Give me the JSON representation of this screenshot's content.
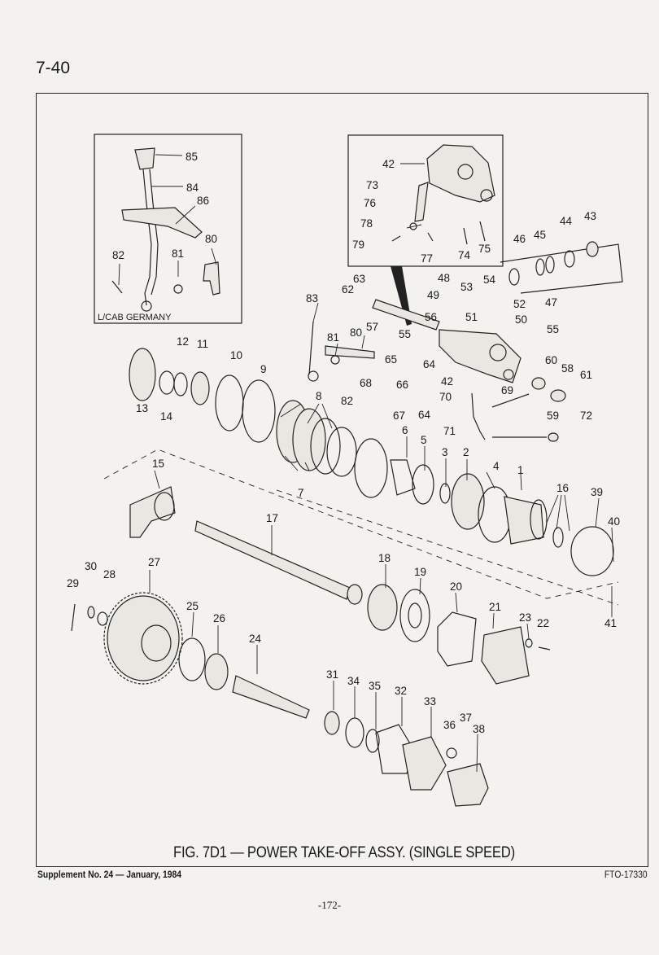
{
  "page": {
    "section": "7-40",
    "caption": "FIG. 7D1 — POWER TAKE-OFF ASSY. (SINGLE SPEED)",
    "footer_left": "Supplement No. 24 — January, 1984",
    "footer_right": "FTO-17330",
    "page_number": "-172-"
  },
  "inset_left": {
    "note": "L/CAB GERMANY",
    "labels": [
      "85",
      "84",
      "86",
      "80",
      "82",
      "81"
    ]
  },
  "inset_top": {
    "labels": [
      "42",
      "73",
      "76",
      "78",
      "79",
      "77",
      "74",
      "75"
    ]
  },
  "labels": {
    "l1": "1",
    "l2": "2",
    "l3": "3",
    "l4": "4",
    "l5": "5",
    "l6": "6",
    "l7": "7",
    "l8": "8",
    "l9": "9",
    "l10": "10",
    "l11": "11",
    "l12": "12",
    "l13": "13",
    "l14": "14",
    "l15": "15",
    "l16": "16",
    "l17": "17",
    "l18": "18",
    "l19": "19",
    "l20": "20",
    "l21": "21",
    "l22": "22",
    "l23": "23",
    "l24": "24",
    "l25": "25",
    "l26": "26",
    "l27": "27",
    "l28": "28",
    "l29": "29",
    "l30": "30",
    "l31": "31",
    "l32": "32",
    "l33": "33",
    "l34": "34",
    "l35": "35",
    "l36": "36",
    "l37": "37",
    "l38": "38",
    "l39": "39",
    "l40": "40",
    "l41": "41",
    "l42": "42",
    "l43": "43",
    "l44": "44",
    "l45": "45",
    "l46": "46",
    "l47": "47",
    "l48": "48",
    "l49": "49",
    "l50": "50",
    "l51": "51",
    "l52": "52",
    "l53": "53",
    "l54": "54",
    "l55": "55",
    "l56": "56",
    "l57": "57",
    "l58": "58",
    "l59": "59",
    "l60": "60",
    "l61": "61",
    "l62": "62",
    "l63": "63",
    "l64": "64",
    "l65": "65",
    "l66": "66",
    "l67": "67",
    "l68": "68",
    "l69": "69",
    "l70": "70",
    "l71": "71",
    "l72": "72",
    "l80": "80",
    "l81": "81",
    "l82": "82",
    "l83": "83"
  }
}
